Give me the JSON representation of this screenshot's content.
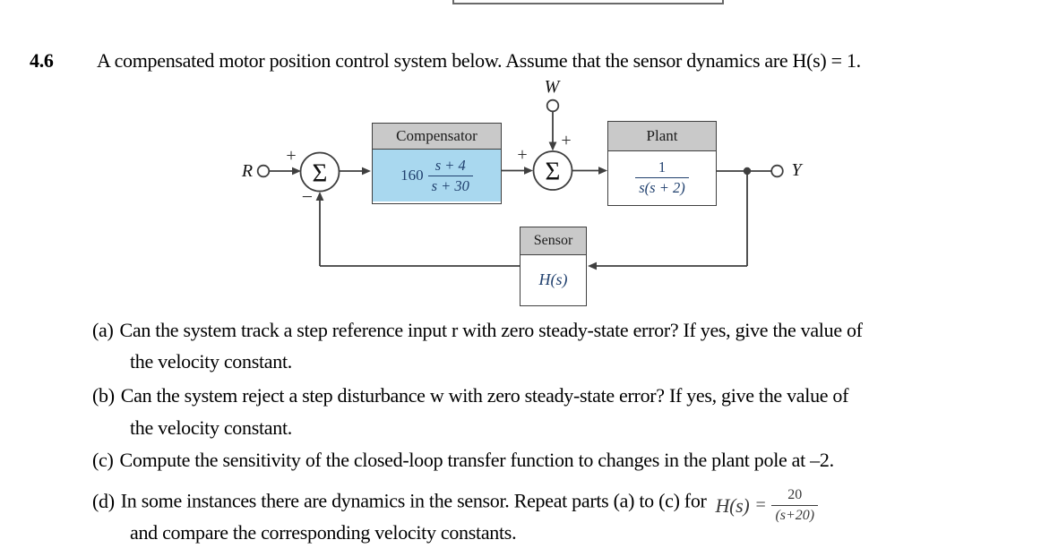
{
  "problem": {
    "number": "4.6",
    "statement": "A compensated motor position control system below. Assume that the sensor dynamics are H(s) = 1."
  },
  "diagram": {
    "input_label": "R",
    "disturbance_label": "W",
    "output_label": "Y",
    "sum1_symbol": "Σ",
    "sum1_plus": "+",
    "sum1_minus": "−",
    "sum2_symbol": "Σ",
    "sum2_plus_left": "+",
    "sum2_plus_top": "+",
    "compensator": {
      "title": "Compensator",
      "gain": "160",
      "num": "s + 4",
      "den": "s + 30"
    },
    "plant": {
      "title": "Plant",
      "num": "1",
      "den": "s(s + 2)"
    },
    "sensor": {
      "title": "Sensor",
      "tf": "H(s)"
    },
    "colors": {
      "compensator_fill": "#a9d8ef",
      "header_fill": "#c9c9c9",
      "line": "#3f3f3f",
      "formula_text": "#20406e"
    }
  },
  "questions": {
    "a": {
      "label": "(a)",
      "text": "Can the system track a step reference input r with zero steady-state error? If yes, give the value of",
      "cont": "the velocity constant."
    },
    "b": {
      "label": "(b)",
      "text": "Can the system reject a step disturbance w with zero steady-state error? If yes, give the value of",
      "cont": "the velocity constant."
    },
    "c": {
      "label": "(c)",
      "text": "Compute the sensitivity of the closed-loop transfer function to changes in the plant pole at –2."
    },
    "d": {
      "label": "(d)",
      "text": "In some instances there are dynamics in the sensor. Repeat parts (a) to (c) for",
      "math_lhs": "H(s)",
      "math_eq": "=",
      "math_num": "20",
      "math_den": "(s+20)",
      "cont": "and compare the corresponding velocity constants."
    }
  }
}
